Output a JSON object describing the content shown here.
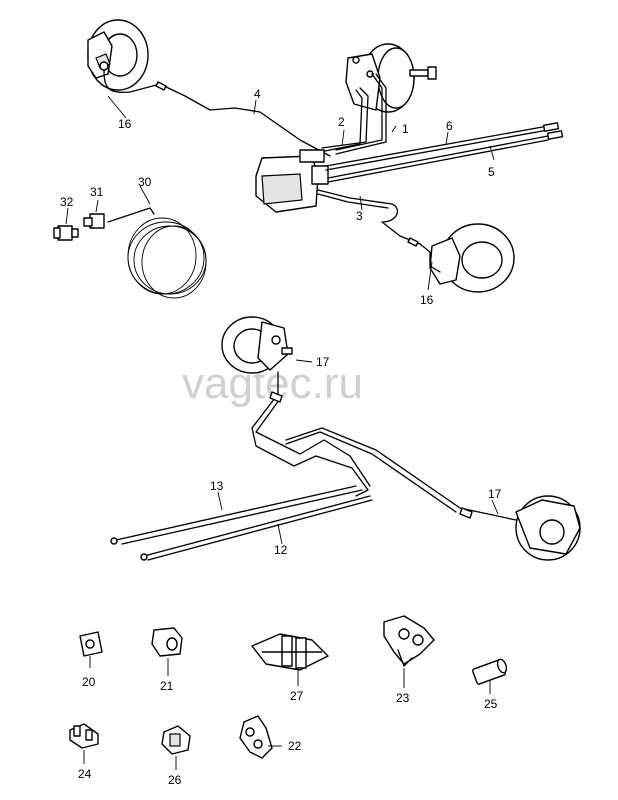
{
  "watermark": "vagtec.ru",
  "callouts": [
    {
      "id": "c1",
      "text": "1"
    },
    {
      "id": "c2",
      "text": "2"
    },
    {
      "id": "c3",
      "text": "3"
    },
    {
      "id": "c4",
      "text": "4"
    },
    {
      "id": "c5",
      "text": "5"
    },
    {
      "id": "c6",
      "text": "6"
    },
    {
      "id": "c16a",
      "text": "16"
    },
    {
      "id": "c16b",
      "text": "16"
    },
    {
      "id": "c30",
      "text": "30"
    },
    {
      "id": "c31",
      "text": "31"
    },
    {
      "id": "c32",
      "text": "32"
    },
    {
      "id": "c17a",
      "text": "17"
    },
    {
      "id": "c17b",
      "text": "17"
    },
    {
      "id": "c13",
      "text": "13"
    },
    {
      "id": "c12",
      "text": "12"
    },
    {
      "id": "c20",
      "text": "20"
    },
    {
      "id": "c21",
      "text": "21"
    },
    {
      "id": "c27",
      "text": "27"
    },
    {
      "id": "c23",
      "text": "23"
    },
    {
      "id": "c25",
      "text": "25"
    },
    {
      "id": "c24",
      "text": "24"
    },
    {
      "id": "c26",
      "text": "26"
    },
    {
      "id": "c22",
      "text": "22"
    }
  ]
}
